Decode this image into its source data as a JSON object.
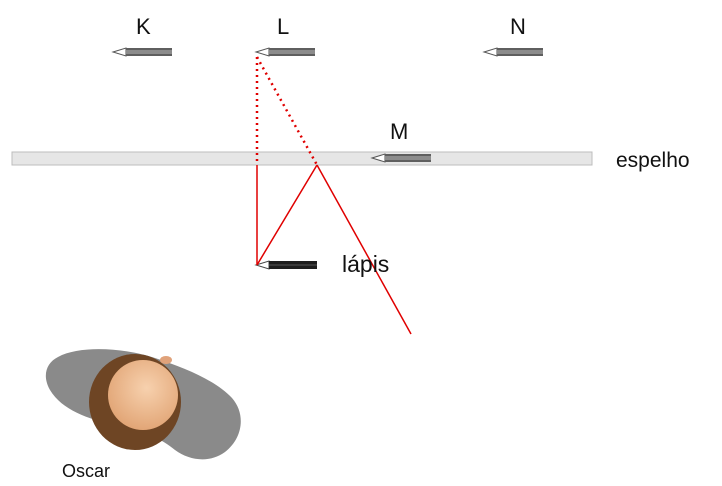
{
  "labels": {
    "k": "K",
    "l": "L",
    "m": "M",
    "n": "N",
    "mirror": "espelho",
    "pencil": "lápis",
    "person": "Oscar"
  },
  "colors": {
    "ray": "#e00000",
    "mirror_fill": "#e6e6e6",
    "mirror_edge": "#bdbdbd",
    "pencil_dark": "#1e1e1e",
    "pencil_gray": "#777777",
    "shadow": "#8a8a8a",
    "hair": "#6e4524",
    "skin": "#f0bf98"
  },
  "icons": {
    "pencil": "pencil-icon",
    "person": "person-top-view-icon"
  }
}
